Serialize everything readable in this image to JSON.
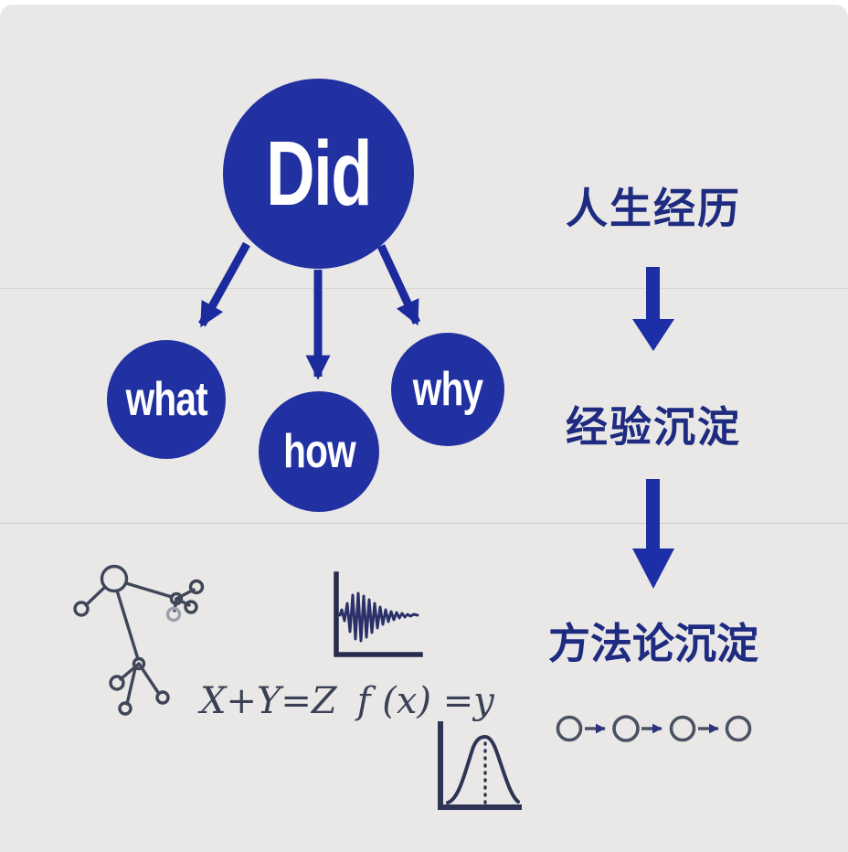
{
  "canvas": {
    "background": "#e9e8e6",
    "divider_color": "#cccccb"
  },
  "mindmap": {
    "root": {
      "label": "Did"
    },
    "children": [
      {
        "label": "what"
      },
      {
        "label": "how"
      },
      {
        "label": "why"
      }
    ],
    "node_color": "#2231a2",
    "node_text_color": "#ffffff",
    "arrow_color": "#1b2a9c"
  },
  "stages": {
    "items": [
      {
        "label": "人生经历"
      },
      {
        "label": "经验沉淀"
      },
      {
        "label": "方法论沉淀"
      }
    ],
    "text_color": "#1e2b80",
    "arrow_color": "#1d2fa6"
  },
  "sketches": {
    "formula": {
      "part1": "X+Y=Z",
      "part2": "f (x) =y"
    },
    "icons": [
      "network-graph",
      "damped-waveform",
      "bell-curve",
      "process-chain"
    ],
    "stroke_color": "#3f4658",
    "ink_color": "#2b3168"
  }
}
